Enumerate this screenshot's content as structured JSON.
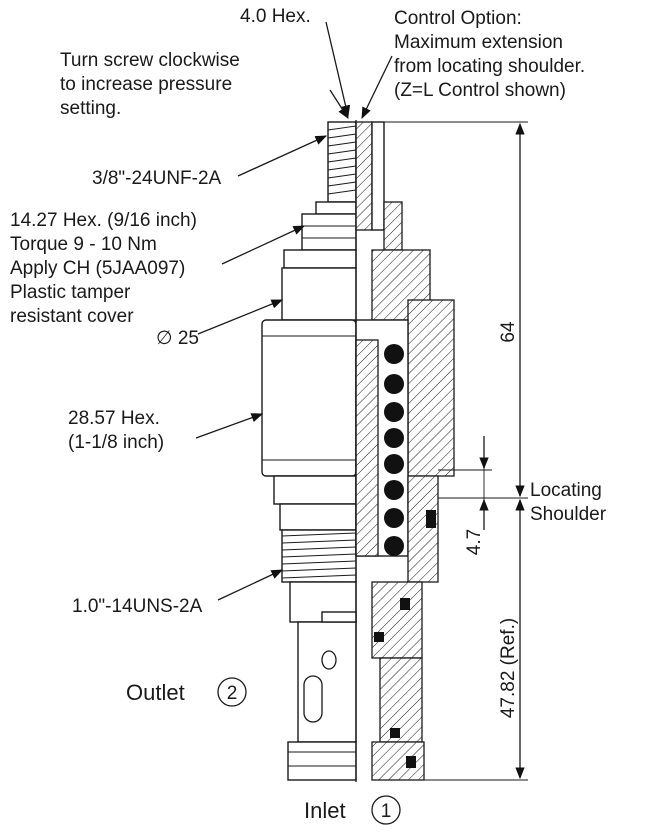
{
  "labels": {
    "hex_small": "4.0 Hex.",
    "control_option": [
      "Control Option:",
      "Maximum extension",
      "from locating shoulder.",
      "(Z=L Control shown)"
    ],
    "turn_screw": [
      "Turn screw clockwise",
      "to increase pressure",
      "setting."
    ],
    "thread_top": "3/8\"-24UNF-2A",
    "hex_1427": [
      "14.27 Hex. (9/16 inch)",
      "Torque 9 - 10 Nm",
      "Apply CH (5JAA097)",
      "Plastic tamper",
      "resistant cover"
    ],
    "diameter": "∅ 25",
    "hex_2857": [
      "28.57 Hex.",
      "(1-1/8 inch)"
    ],
    "thread_bottom": "1.0\"-14UNS-2A",
    "outlet": "Outlet",
    "outlet_port": "2",
    "inlet": "Inlet",
    "inlet_port": "1",
    "locating_shoulder": [
      "Locating",
      "Shoulder"
    ]
  },
  "dimensions": {
    "overall": "64",
    "shoulder_offset": "4.7",
    "reference": "47.82 (Ref.)"
  }
}
